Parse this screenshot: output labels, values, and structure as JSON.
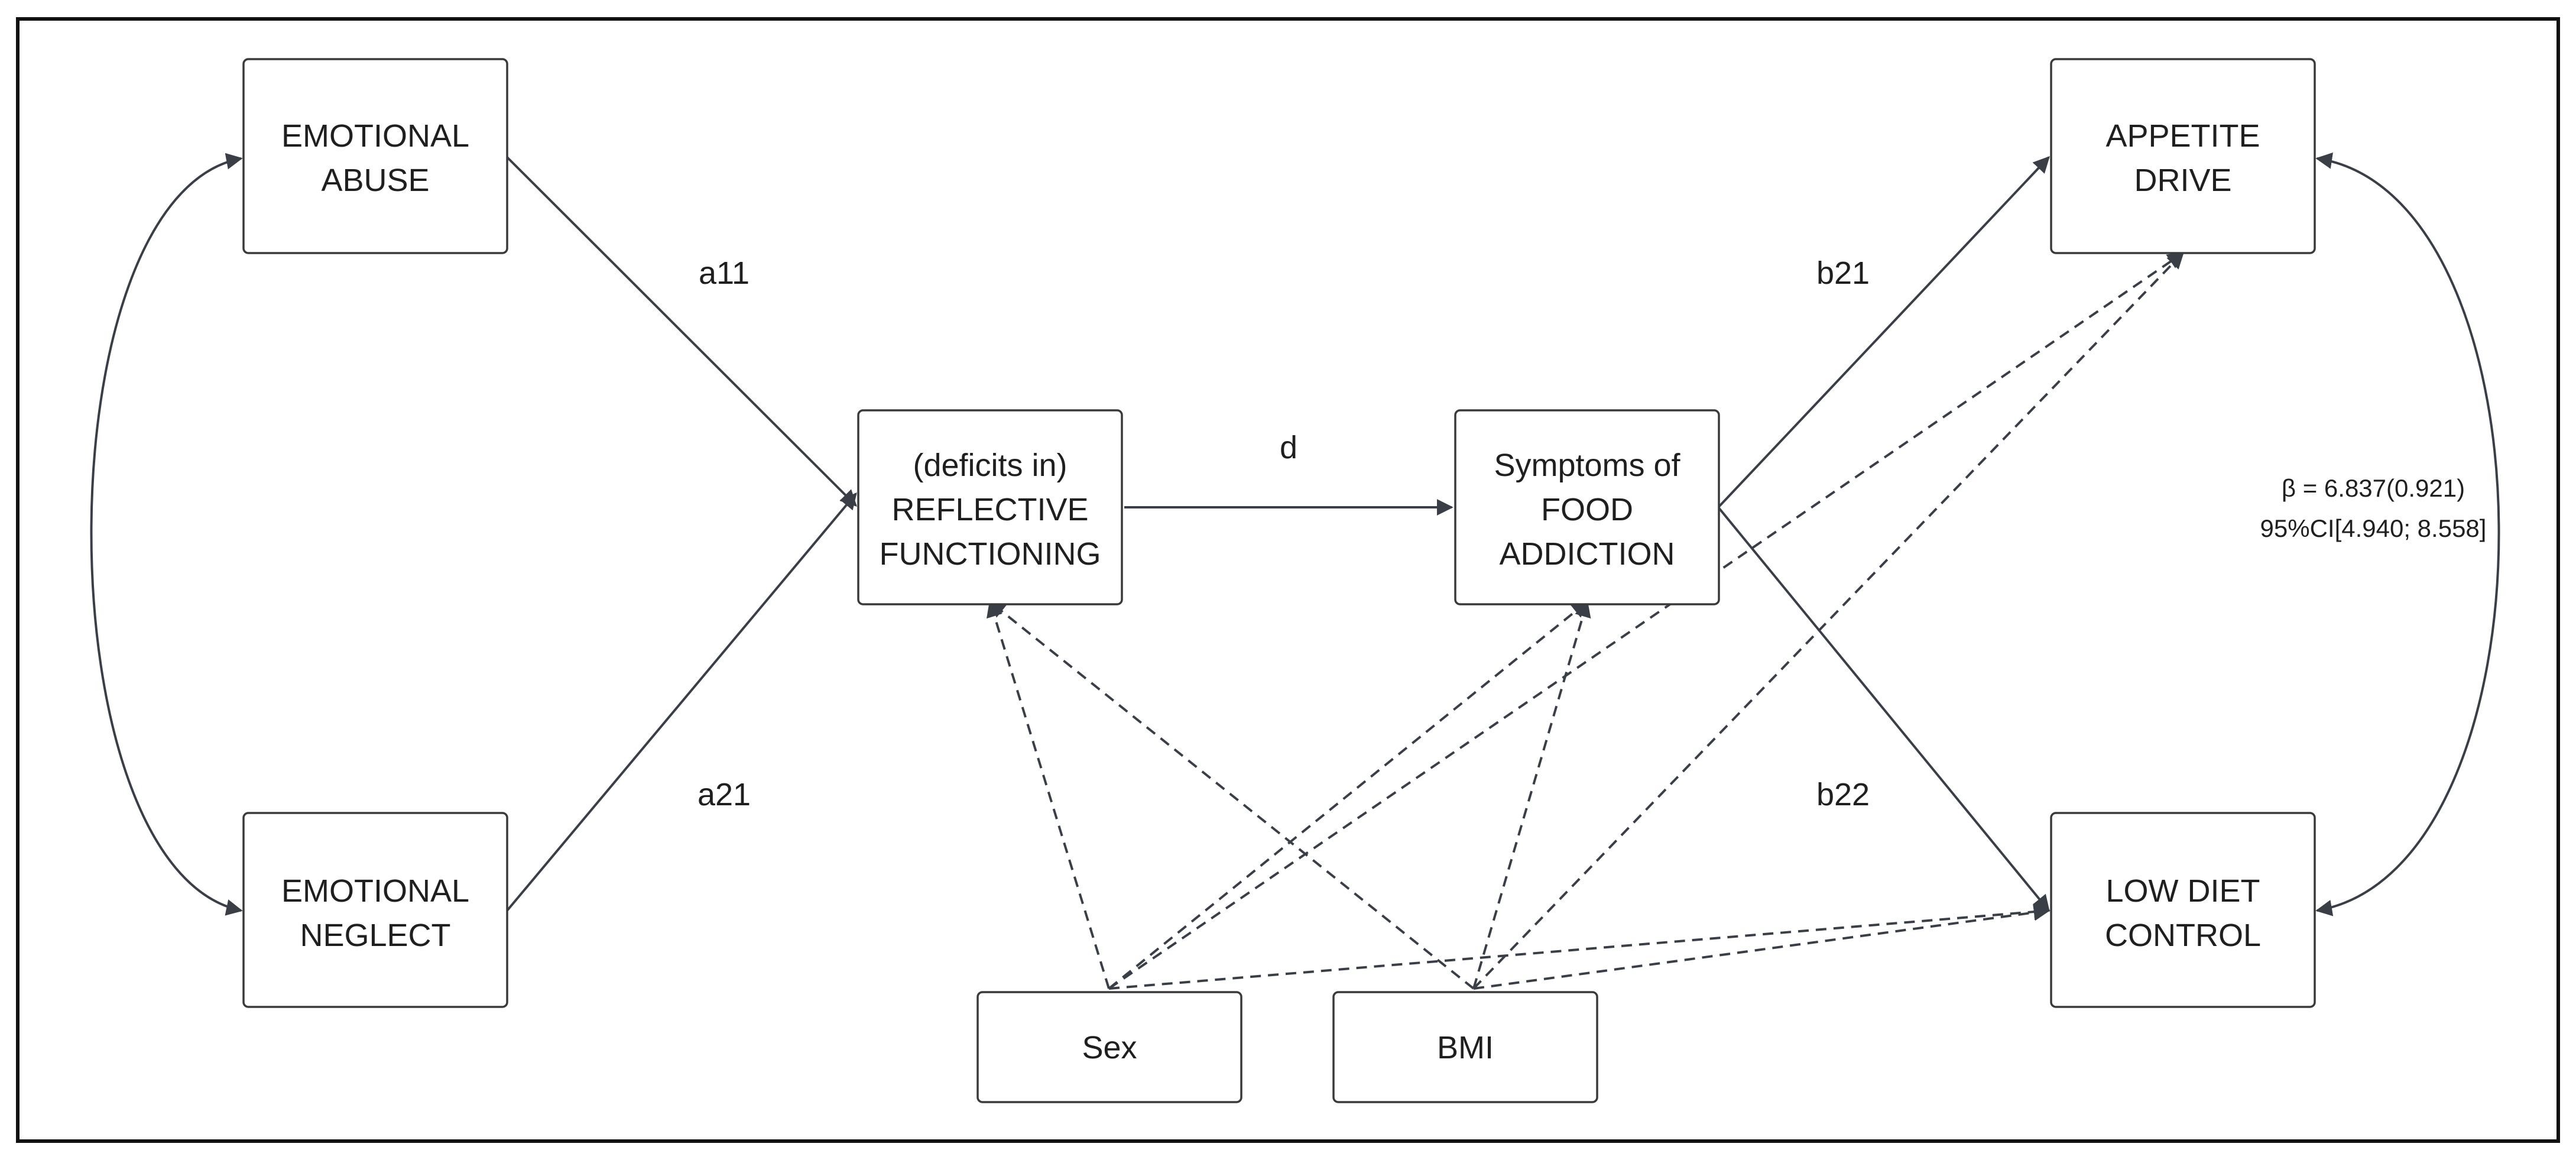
{
  "nodes": {
    "emotional_abuse": [
      "EMOTIONAL",
      "ABUSE"
    ],
    "emotional_neglect": [
      "EMOTIONAL",
      "NEGLECT"
    ],
    "reflective_functioning": [
      "(deficits in)",
      "REFLECTIVE",
      "FUNCTIONING"
    ],
    "food_addiction": [
      "Symptoms of",
      "FOOD",
      "ADDICTION"
    ],
    "appetite_drive": [
      "APPETITE",
      "DRIVE"
    ],
    "low_diet_control": [
      "LOW DIET",
      "CONTROL"
    ],
    "sex": [
      "Sex"
    ],
    "bmi": [
      "BMI"
    ]
  },
  "edge_labels": {
    "a11": "a11",
    "a21": "a21",
    "d": "d",
    "b21": "b21",
    "b22": "b22"
  },
  "covariance_stat": {
    "beta": "β = 6.837(0.921)",
    "ci": "95%CI[4.940; 8.558]"
  }
}
